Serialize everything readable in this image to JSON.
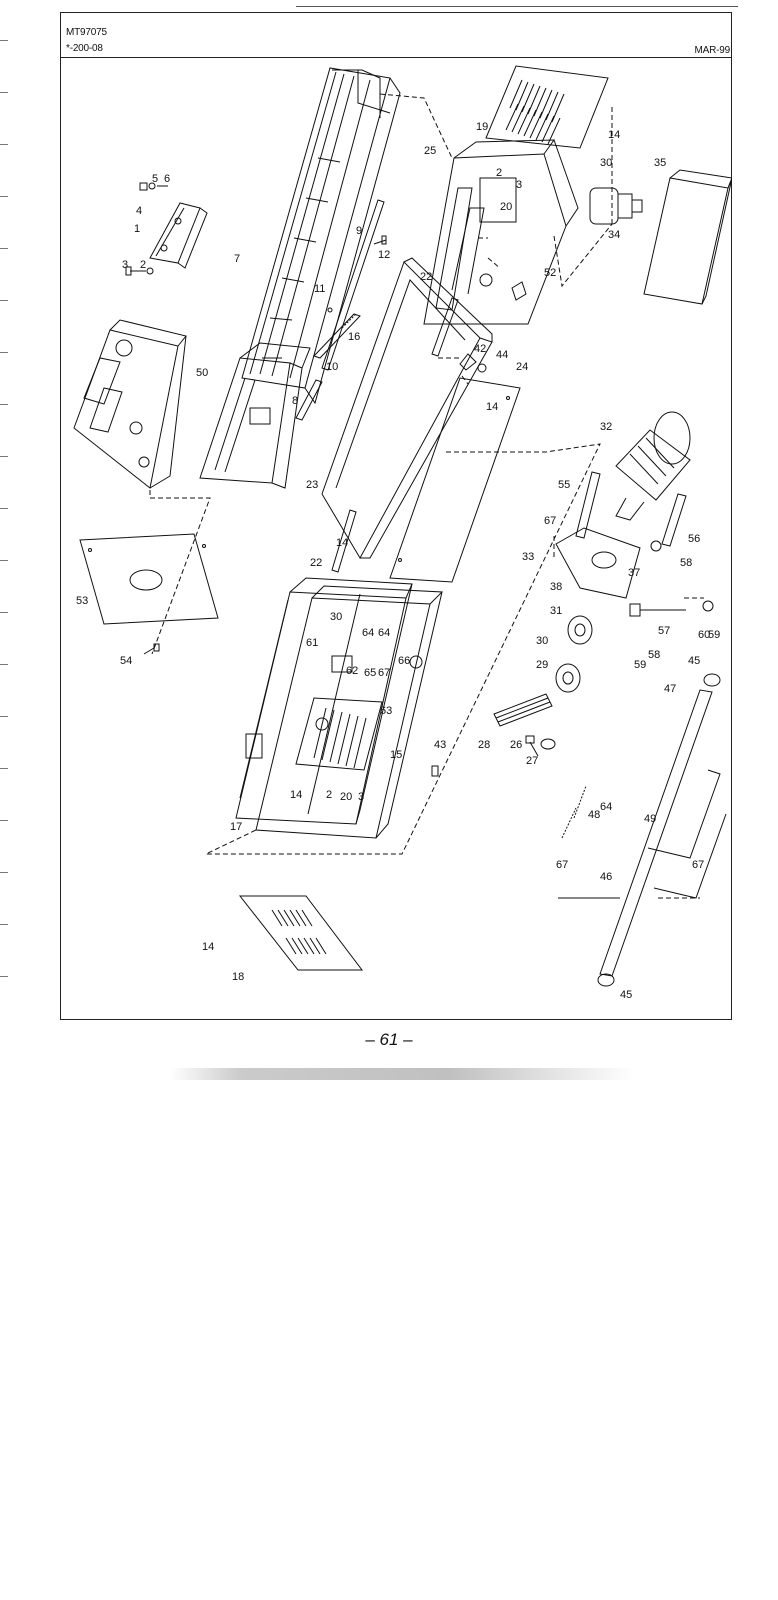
{
  "header": {
    "code": "MT97075",
    "ref": "*-200-08",
    "date": "MAR-99"
  },
  "page_number": "– 61 –",
  "callouts": {
    "p1": "1",
    "p2": "2",
    "p3": "3",
    "p4": "4",
    "p5": "5",
    "p6": "6",
    "p7": "7",
    "p8": "8",
    "p9": "9",
    "p10": "10",
    "p11": "11",
    "p12": "12",
    "p14": "14",
    "p15": "15",
    "p16": "16",
    "p17": "17",
    "p18": "18",
    "p19": "19",
    "p20": "20",
    "p22": "22",
    "p23": "23",
    "p24": "24",
    "p25": "25",
    "p26": "26",
    "p27": "27",
    "p28": "28",
    "p29": "29",
    "p30": "30",
    "p31": "31",
    "p32": "32",
    "p33": "33",
    "p34": "34",
    "p35": "35",
    "p37": "37",
    "p38": "38",
    "p42": "42",
    "p43": "43",
    "p44": "44",
    "p45": "45",
    "p46": "46",
    "p47": "47",
    "p48": "48",
    "p49": "49",
    "p50": "50",
    "p52": "52",
    "p53": "53",
    "p54": "54",
    "p55": "55",
    "p56": "56",
    "p57": "57",
    "p58": "58",
    "p59": "59",
    "p60": "60",
    "p61": "61",
    "p62": "62",
    "p63": "63",
    "p64": "64",
    "p65": "65",
    "p66": "66",
    "p67": "67"
  },
  "colors": {
    "ink": "#111111",
    "paper": "#ffffff",
    "smudge": "#bdbdbd"
  }
}
